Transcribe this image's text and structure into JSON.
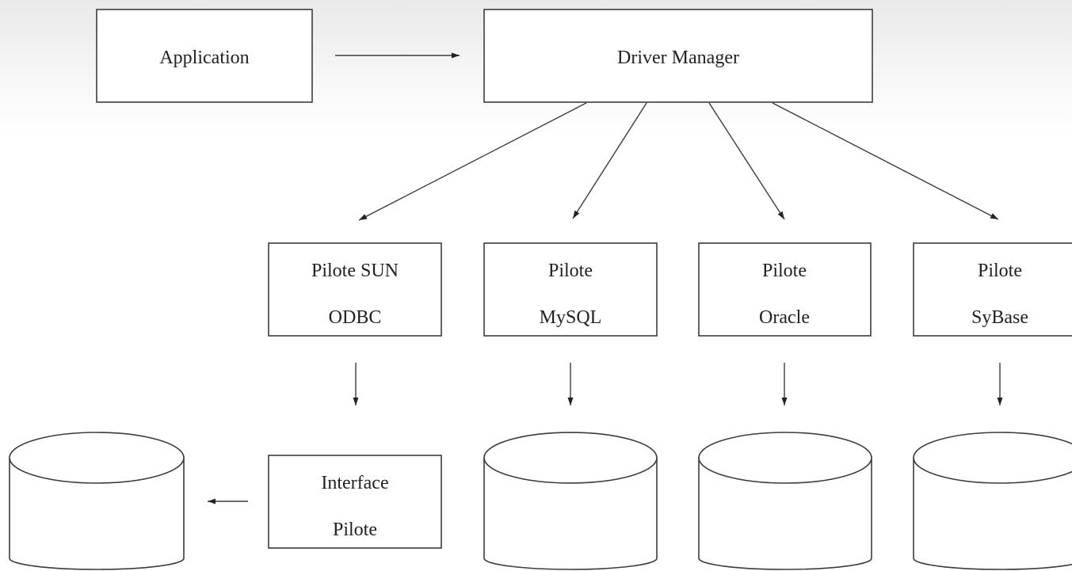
{
  "nodes": {
    "application": {
      "label": "Application"
    },
    "driver_manager": {
      "label": "Driver Manager"
    },
    "pilote_odbc": {
      "lines": [
        "Pilote SUN",
        "ODBC"
      ]
    },
    "pilote_mysql": {
      "lines": [
        "Pilote",
        "MySQL"
      ]
    },
    "pilote_oracle": {
      "lines": [
        "Pilote",
        "Oracle"
      ]
    },
    "pilote_sybase": {
      "lines": [
        "Pilote",
        "SyBase"
      ]
    },
    "interface_pilote": {
      "lines": [
        "Interface",
        "Pilote"
      ]
    }
  },
  "databases": [
    "odbc-database",
    "mysql-database",
    "oracle-database",
    "sybase-database"
  ],
  "edges": [
    {
      "from": "application",
      "to": "driver_manager"
    },
    {
      "from": "driver_manager",
      "to": "pilote_odbc"
    },
    {
      "from": "driver_manager",
      "to": "pilote_mysql"
    },
    {
      "from": "driver_manager",
      "to": "pilote_oracle"
    },
    {
      "from": "driver_manager",
      "to": "pilote_sybase"
    },
    {
      "from": "pilote_odbc",
      "to": "interface_pilote"
    },
    {
      "from": "interface_pilote",
      "to": "odbc-database"
    },
    {
      "from": "pilote_mysql",
      "to": "mysql-database"
    },
    {
      "from": "pilote_oracle",
      "to": "oracle-database"
    },
    {
      "from": "pilote_sybase",
      "to": "sybase-database"
    }
  ],
  "colors": {
    "stroke": "#3c3c3c",
    "text": "#222222",
    "background": "#ffffff"
  }
}
